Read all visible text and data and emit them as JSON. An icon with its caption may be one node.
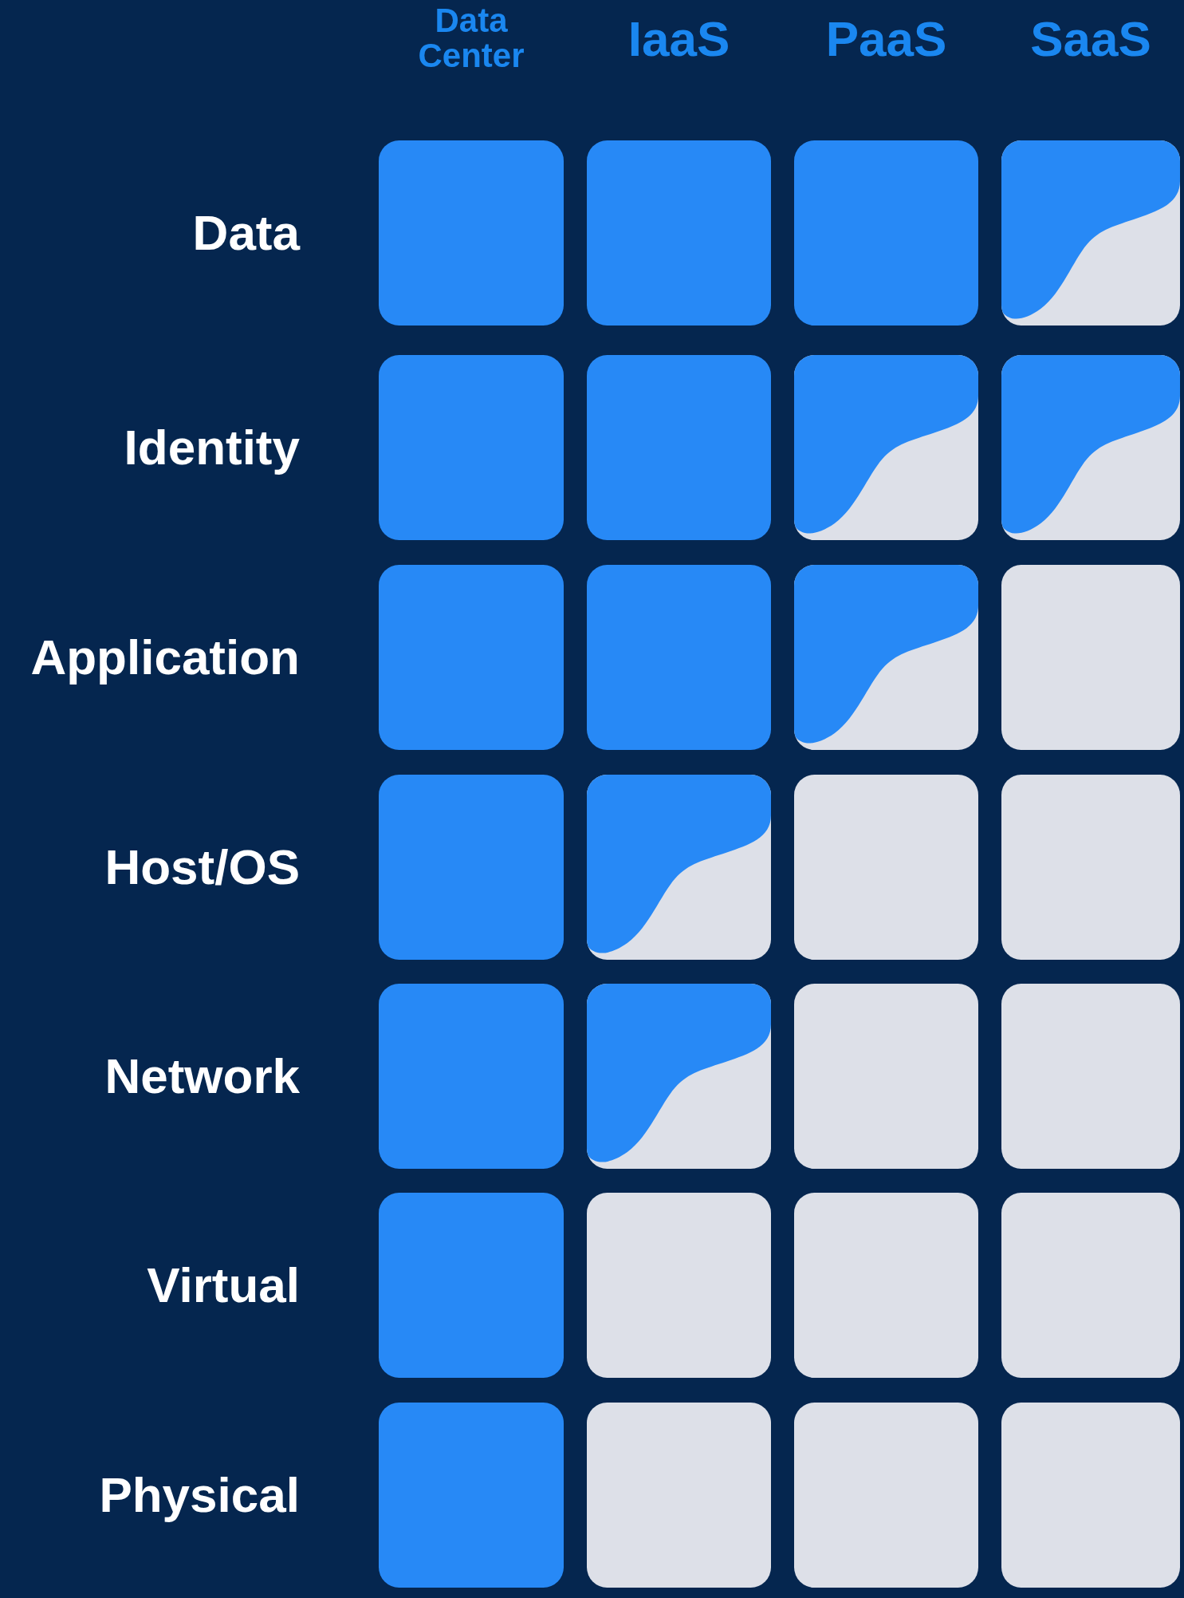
{
  "diagram": {
    "labels": [
      "Data Center",
      "IaaS",
      "PaaS",
      "SaaS",
      "Data",
      "Identity",
      "Application",
      "Host/OS",
      "Network",
      "Virtual",
      "Physical"
    ]
  }
}
